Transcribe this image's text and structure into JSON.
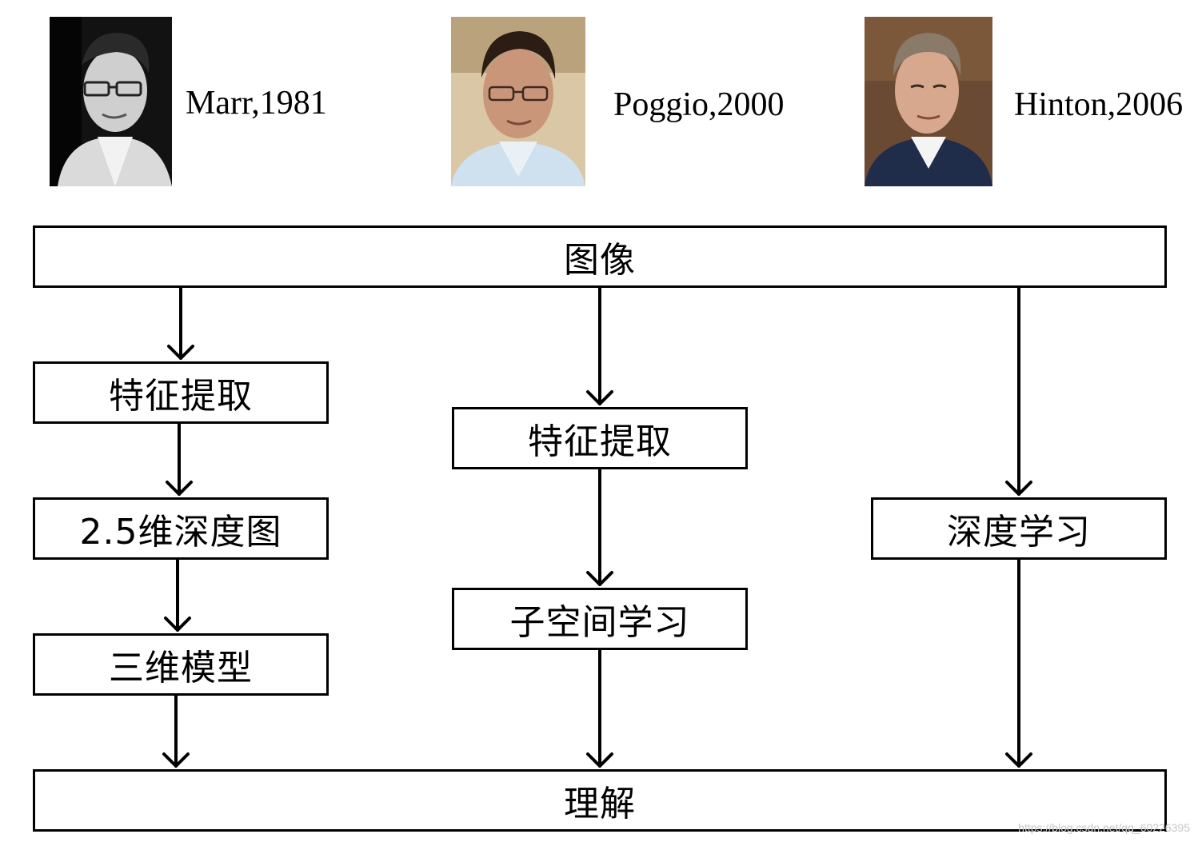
{
  "people": [
    {
      "caption": "Marr,1981",
      "photo_style": "black-and-white"
    },
    {
      "caption": "Poggio,2000",
      "photo_style": "color"
    },
    {
      "caption": "Hinton,2006",
      "photo_style": "color"
    }
  ],
  "flow": {
    "top": "图像",
    "left": [
      "特征提取",
      "2.5维深度图",
      "三维模型"
    ],
    "middle": [
      "特征提取",
      "子空间学习"
    ],
    "right": [
      "深度学习"
    ],
    "bottom": "理解"
  },
  "watermark": "https://blog.csdn.net/qq_60226395",
  "colors": {
    "line": "#000000",
    "background": "#ffffff"
  }
}
